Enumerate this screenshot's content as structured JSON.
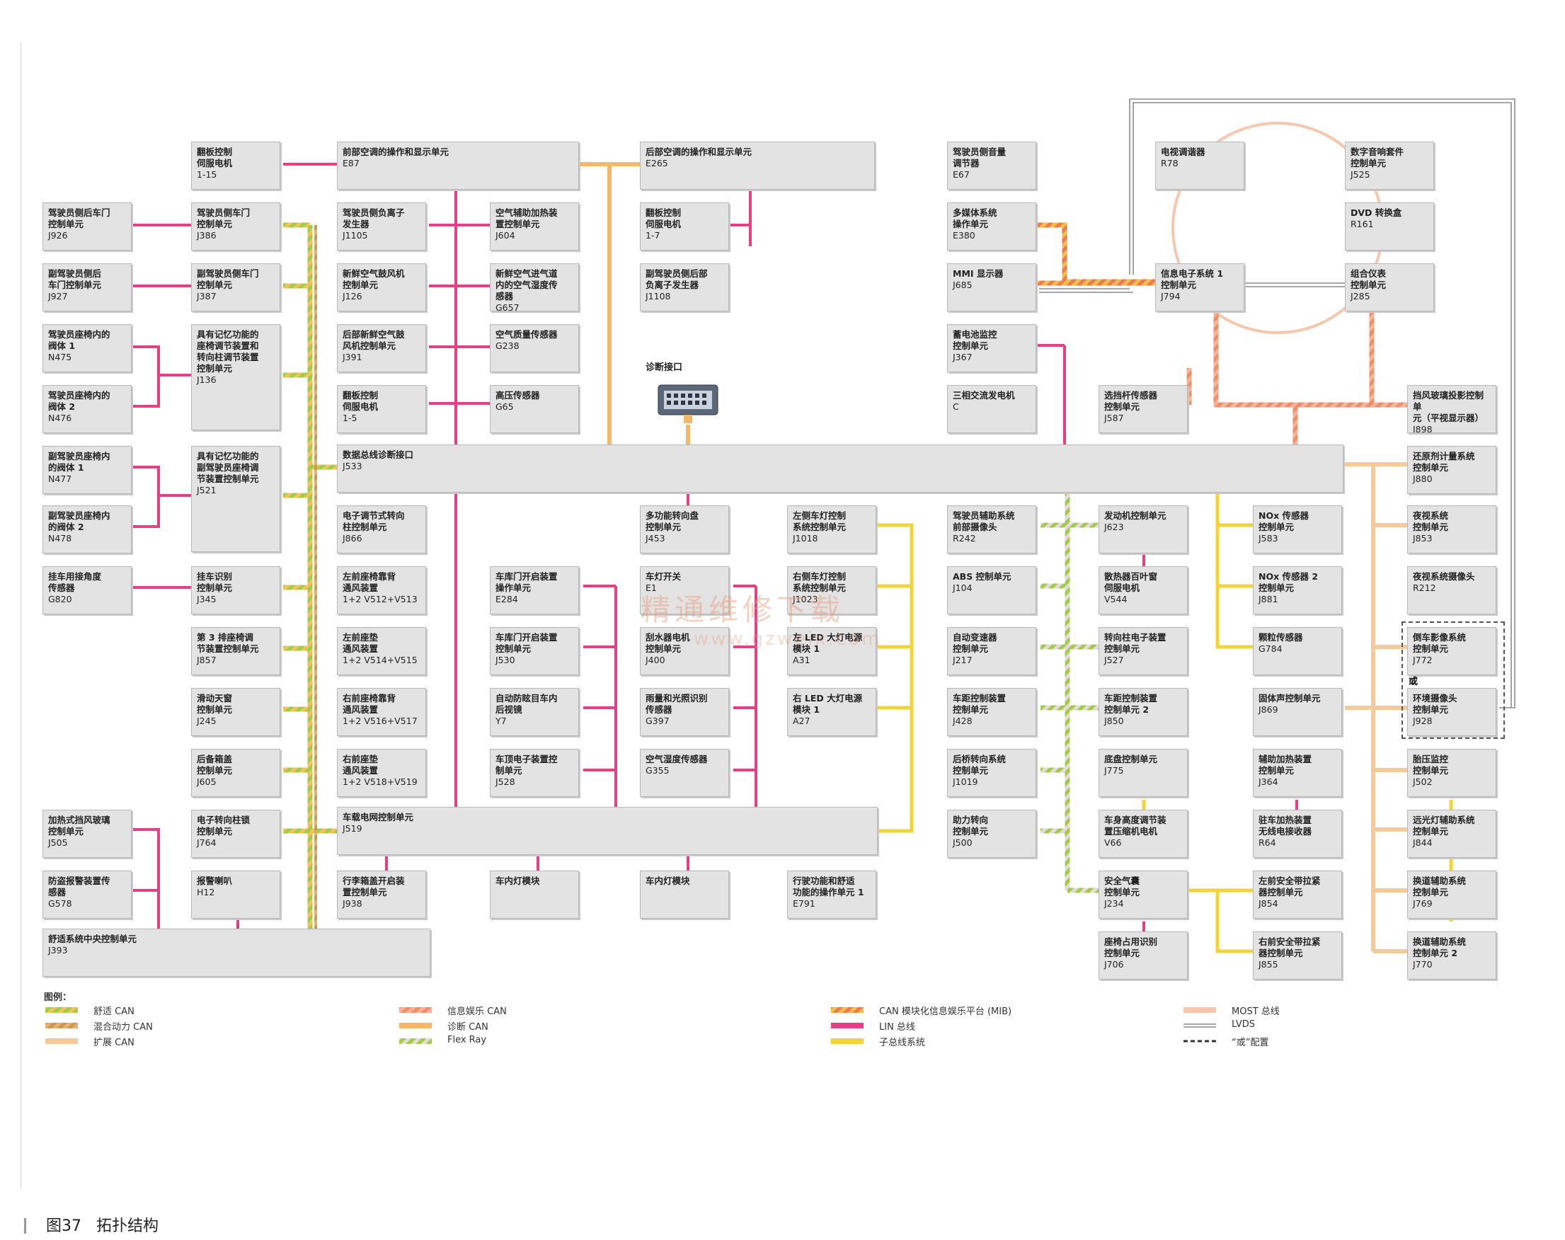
{
  "colors": {
    "comfort_can": [
      "#f08aa3",
      "#9fcd4a"
    ],
    "hybrid_can": [
      "#e7b26e",
      "#b5904f"
    ],
    "extended_can": "#f6c99a",
    "infotainment_can": [
      "#ef8f66",
      "#f4b49b"
    ],
    "diagnostic_can": "#f3b86a",
    "flexray": [
      "#9fcd4a",
      "#dcb8b8"
    ],
    "mib_can": [
      "#f09060",
      "#f2c04a"
    ],
    "lin": "#e63f86",
    "subbus": "#f2d33a",
    "most": "#f6c7ad",
    "lvds": "#999999",
    "or_config": "#555555",
    "box_fill": "#e3e3e3"
  },
  "diagnostic_port_label": "诊断接口",
  "modules": [
    {
      "id": "b1-15",
      "title": "翻板控制\n伺服电机",
      "code": "1-15"
    },
    {
      "id": "bE87",
      "title": "前部空调的操作和显示单元",
      "code": "E87"
    },
    {
      "id": "bE265",
      "title": "后部空调的操作和显示单元",
      "code": "E265"
    },
    {
      "id": "bE67",
      "title": "驾驶员侧音量\n调节器",
      "code": "E67"
    },
    {
      "id": "bR78",
      "title": "电视调谐器",
      "code": "R78"
    },
    {
      "id": "bJ525",
      "title": "数字音响套件\n控制单元",
      "code": "J525"
    },
    {
      "id": "bJ926",
      "title": "驾驶员侧后车门\n控制单元",
      "code": "J926"
    },
    {
      "id": "bJ386",
      "title": "驾驶员侧车门\n控制单元",
      "code": "J386"
    },
    {
      "id": "bJ1105",
      "title": "驾驶员侧负离子\n发生器",
      "code": "J1105"
    },
    {
      "id": "bJ604",
      "title": "空气辅助加热装\n置控制单元",
      "code": "J604"
    },
    {
      "id": "b1-7",
      "title": "翻板控制\n伺服电机",
      "code": "1-7"
    },
    {
      "id": "bE380",
      "title": "多媒体系统\n操作单元",
      "code": "E380"
    },
    {
      "id": "bR161",
      "title": "DVD 转换盒",
      "code": "R161"
    },
    {
      "id": "bJ927",
      "title": "副驾驶员侧后\n车门控制单元",
      "code": "J927"
    },
    {
      "id": "bJ387",
      "title": "副驾驶员侧车门\n控制单元",
      "code": "J387"
    },
    {
      "id": "bJ126",
      "title": "新鲜空气鼓风机\n控制单元",
      "code": "J126"
    },
    {
      "id": "bG657",
      "title": "新鲜空气进气道\n内的空气湿度传\n感器",
      "code": "G657"
    },
    {
      "id": "bJ1108",
      "title": "副驾驶员侧后部\n负离子发生器",
      "code": "J1108"
    },
    {
      "id": "bJ685",
      "title": "MMI 显示器",
      "code": "J685"
    },
    {
      "id": "bJ794",
      "title": "信息电子系统 1\n控制单元",
      "code": "J794"
    },
    {
      "id": "bJ285",
      "title": "组合仪表\n控制单元",
      "code": "J285"
    },
    {
      "id": "bN475",
      "title": "驾驶员座椅内的\n阀体 1",
      "code": "N475"
    },
    {
      "id": "bJ136",
      "title": "具有记忆功能的\n座椅调节装置和\n转向柱调节装置\n控制单元",
      "code": "J136"
    },
    {
      "id": "bJ391",
      "title": "后部新鲜空气鼓\n风机控制单元",
      "code": "J391"
    },
    {
      "id": "bG238",
      "title": "空气质量传感器",
      "code": "G238"
    },
    {
      "id": "bJ367",
      "title": "蓄电池监控\n控制单元",
      "code": "J367"
    },
    {
      "id": "bN476",
      "title": "驾驶员座椅内的\n阀体 2",
      "code": "N476"
    },
    {
      "id": "b1-5",
      "title": "翻板控制\n伺服电机",
      "code": "1-5"
    },
    {
      "id": "bG65",
      "title": "高压传感器",
      "code": "G65"
    },
    {
      "id": "bC",
      "title": "三相交流发电机",
      "code": "C"
    },
    {
      "id": "bJ587",
      "title": "选挡杆传感器\n控制单元",
      "code": "J587"
    },
    {
      "id": "bJ898",
      "title": "挡风玻璃投影控制单\n元（平视显示器）",
      "code": "J898"
    },
    {
      "id": "bN477",
      "title": "副驾驶员座椅内\n的阀体 1",
      "code": "N477"
    },
    {
      "id": "bJ521",
      "title": "具有记忆功能的\n副驾驶员座椅调\n节装置控制单元",
      "code": "J521"
    },
    {
      "id": "bJ533",
      "title": "数据总线诊断接口",
      "code": "J533"
    },
    {
      "id": "bJ880",
      "title": "还原剂计量系统\n控制单元",
      "code": "J880"
    },
    {
      "id": "bN478",
      "title": "副驾驶员座椅内\n的阀体 2",
      "code": "N478"
    },
    {
      "id": "bJ866",
      "title": "电子调节式转向\n柱控制单元",
      "code": "J866"
    },
    {
      "id": "bJ453",
      "title": "多功能转向盘\n控制单元",
      "code": "J453"
    },
    {
      "id": "bJ1018",
      "title": "左侧车灯控制\n系统控制单元",
      "code": "J1018"
    },
    {
      "id": "bR242",
      "title": "驾驶员辅助系统\n前部摄像头",
      "code": "R242"
    },
    {
      "id": "bJ623",
      "title": "发动机控制单元",
      "code": "J623"
    },
    {
      "id": "bJ583",
      "title": "NOx 传感器\n控制单元",
      "code": "J583"
    },
    {
      "id": "bJ853",
      "title": "夜视系统\n控制单元",
      "code": "J853"
    },
    {
      "id": "bG820",
      "title": "挂车用接角度\n传感器",
      "code": "G820"
    },
    {
      "id": "bJ345",
      "title": "挂车识别\n控制单元",
      "code": "J345"
    },
    {
      "id": "bV512",
      "title": "左前座椅靠背\n通风装置",
      "code": "1+2 V512+V513"
    },
    {
      "id": "bE284",
      "title": "车库门开启装置\n操作单元",
      "code": "E284"
    },
    {
      "id": "bE1",
      "title": "车灯开关",
      "code": "E1"
    },
    {
      "id": "bJ1023",
      "title": "右侧车灯控制\n系统控制单元",
      "code": "J1023"
    },
    {
      "id": "bJ104",
      "title": "ABS 控制单元",
      "code": "J104"
    },
    {
      "id": "bV544",
      "title": "散热器百叶窗\n伺服电机",
      "code": "V544"
    },
    {
      "id": "bJ881",
      "title": "NOx 传感器 2\n控制单元",
      "code": "J881"
    },
    {
      "id": "bR212",
      "title": "夜视系统摄像头",
      "code": "R212"
    },
    {
      "id": "bJ857",
      "title": "第 3 排座椅调\n节装置控制单元",
      "code": "J857"
    },
    {
      "id": "bV514",
      "title": "左前座垫\n通风装置",
      "code": "1+2 V514+V515"
    },
    {
      "id": "bJ530",
      "title": "车库门开启装置\n控制单元",
      "code": "J530"
    },
    {
      "id": "bJ400",
      "title": "刮水器电机\n控制单元",
      "code": "J400"
    },
    {
      "id": "bA31",
      "title": "左 LED 大灯电源\n模块 1",
      "code": "A31"
    },
    {
      "id": "bJ217",
      "title": "自动变速器\n控制单元",
      "code": "J217"
    },
    {
      "id": "bJ527",
      "title": "转向柱电子装置\n控制单元",
      "code": "J527"
    },
    {
      "id": "bG784",
      "title": "颗粒传感器",
      "code": "G784"
    },
    {
      "id": "bJ772",
      "title": "倒车影像系统\n控制单元",
      "code": "J772"
    },
    {
      "id": "bJ245",
      "title": "滑动天窗\n控制单元",
      "code": "J245"
    },
    {
      "id": "bV516",
      "title": "右前座椅靠背\n通风装置",
      "code": "1+2 V516+V517"
    },
    {
      "id": "bY7",
      "title": "自动防眩目车内\n后视镜",
      "code": "Y7"
    },
    {
      "id": "bG397",
      "title": "雨量和光照识别\n传感器",
      "code": "G397"
    },
    {
      "id": "bA27",
      "title": "右 LED 大灯电源\n模块 1",
      "code": "A27"
    },
    {
      "id": "bJ428",
      "title": "车距控制装置\n控制单元",
      "code": "J428"
    },
    {
      "id": "bJ850",
      "title": "车距控制装置\n控制单元 2",
      "code": "J850"
    },
    {
      "id": "bJ869",
      "title": "固体声控制单元",
      "code": "J869"
    },
    {
      "id": "bJ928",
      "title": "环境摄像头\n控制单元",
      "code": "J928"
    },
    {
      "id": "bJ605",
      "title": "后备箱盖\n控制单元",
      "code": "J605"
    },
    {
      "id": "bV518",
      "title": "右前座垫\n通风装置",
      "code": "1+2 V518+V519"
    },
    {
      "id": "bJ528",
      "title": "车顶电子装置控\n制单元",
      "code": "J528"
    },
    {
      "id": "bG355",
      "title": "空气湿度传感器",
      "code": "G355"
    },
    {
      "id": "bJ1019",
      "title": "后桥转向系统\n控制单元",
      "code": "J1019"
    },
    {
      "id": "bJ775",
      "title": "底盘控制单元",
      "code": "J775"
    },
    {
      "id": "bJ364",
      "title": "辅助加热装置\n控制单元",
      "code": "J364"
    },
    {
      "id": "bJ502",
      "title": "胎压监控\n控制单元",
      "code": "J502"
    },
    {
      "id": "bJ505",
      "title": "加热式挡风玻璃\n控制单元",
      "code": "J505"
    },
    {
      "id": "bJ764",
      "title": "电子转向柱锁\n控制单元",
      "code": "J764"
    },
    {
      "id": "bJ519",
      "title": "车载电网控制单元",
      "code": "J519"
    },
    {
      "id": "bJ500",
      "title": "助力转向\n控制单元",
      "code": "J500"
    },
    {
      "id": "bV66",
      "title": "车身高度调节装\n置压缩机电机",
      "code": "V66"
    },
    {
      "id": "bR64",
      "title": "驻车加热装置\n无线电接收器",
      "code": "R64"
    },
    {
      "id": "bJ844",
      "title": "远光灯辅助系统\n控制单元",
      "code": "J844"
    },
    {
      "id": "bG578",
      "title": "防盗报警装置传\n感器",
      "code": "G578"
    },
    {
      "id": "bH12",
      "title": "报警喇叭",
      "code": "H12"
    },
    {
      "id": "bJ938",
      "title": "行李箱盖开启装\n置控制单元",
      "code": "J938"
    },
    {
      "id": "bInt",
      "title": "车内灯模块",
      "code": ""
    },
    {
      "id": "bRoof",
      "title": "车内灯模块",
      "code": ""
    },
    {
      "id": "bE791",
      "title": "行驶功能和舒适\n功能的操作单元 1",
      "code": "E791"
    },
    {
      "id": "bJ234",
      "title": "安全气囊\n控制单元",
      "code": "J234"
    },
    {
      "id": "bJ854",
      "title": "左前安全带拉紧\n器控制单元",
      "code": "J854"
    },
    {
      "id": "bJ769",
      "title": "换道辅助系统\n控制单元",
      "code": "J769"
    },
    {
      "id": "bJ393",
      "title": "舒适系统中央控制单元",
      "code": "J393"
    },
    {
      "id": "bJ706",
      "title": "座椅占用识别\n控制单元",
      "code": "J706"
    },
    {
      "id": "bJ855",
      "title": "右前安全带拉紧\n器控制单元",
      "code": "J855"
    },
    {
      "id": "bJ770",
      "title": "换道辅助系统\n控制单元 2",
      "code": "J770"
    }
  ],
  "or_label": "或",
  "legend": {
    "title": "图例：",
    "items": [
      {
        "label": "舒适 CAN"
      },
      {
        "label": "混合动力 CAN"
      },
      {
        "label": "扩展 CAN"
      },
      {
        "label": "信息娱乐 CAN"
      },
      {
        "label": "诊断 CAN"
      },
      {
        "label": "Flex Ray"
      },
      {
        "label": "CAN 模块化信息娱乐平台 (MIB)"
      },
      {
        "label": "LIN 总线"
      },
      {
        "label": "子总线系统"
      },
      {
        "label": "MOST 总线"
      },
      {
        "label": "LVDS"
      },
      {
        "label": "“或”配置"
      }
    ]
  },
  "watermark": {
    "text": "精通维修下载",
    "url": "www.gzweix.com"
  },
  "caption": {
    "number": "图37",
    "title": "拓扑结构"
  }
}
